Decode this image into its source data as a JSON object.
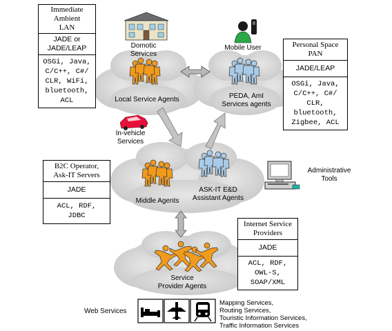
{
  "boxes": {
    "lan": {
      "title_lines": [
        "Immediate",
        "Ambient",
        "LAN"
      ],
      "platform_lines": [
        "JADE or",
        "JADE/LEAP"
      ],
      "tech_lines": [
        "OSGi, Java,",
        "C/C++, C#/",
        "CLR, WiFi,",
        "bluetooth,",
        "ACL"
      ]
    },
    "pan": {
      "title_lines": [
        "Personal Space",
        "PAN"
      ],
      "platform": "JADE/LEAP",
      "tech_lines": [
        "OSGi, Java,",
        "C/C++, C#/",
        "CLR,",
        "bluetooth,",
        "Zigbee, ACL"
      ]
    },
    "b2c": {
      "title_lines": [
        "B2C Operator,",
        "Ask-IT Servers"
      ],
      "platform": "JADE",
      "tech_lines": [
        "ACL, RDF,",
        "JDBC"
      ]
    },
    "isp": {
      "title_lines": [
        "Internet Service",
        "Providers"
      ],
      "platform": "JADE",
      "tech_lines": [
        "ACL, RDF,",
        "OWL-S,",
        "SOAP/XML"
      ]
    }
  },
  "labels": {
    "domotic_lines": [
      "Domotic",
      "Services"
    ],
    "mobile_user": "Mobile User",
    "local_agents": "Local Service Agents",
    "peda_lines": [
      "PEDA, AmI",
      "Services agents"
    ],
    "invehicle_lines": [
      "In-vehicle",
      "Services"
    ],
    "middle_agents": "Middle Agents",
    "assistant_lines": [
      "ASK-IT E&D",
      "Assistant Agents"
    ],
    "admin_lines": [
      "Administrative",
      "Tools"
    ],
    "provider_lines": [
      "Service",
      "Provider Agents"
    ],
    "web_services": "Web Services",
    "service_list": [
      "Mapping Services,",
      "Routing Services,",
      "Touristic Information Services,",
      "Traffic Information Services"
    ]
  },
  "colors": {
    "cloud": "#d6d6d6",
    "orange_agent": "#f29a1c",
    "blue_agent": "#a9cbe8",
    "arrow": "#b8b8b8",
    "car": "#e8103a",
    "person_shirt": "#2aa84a"
  }
}
